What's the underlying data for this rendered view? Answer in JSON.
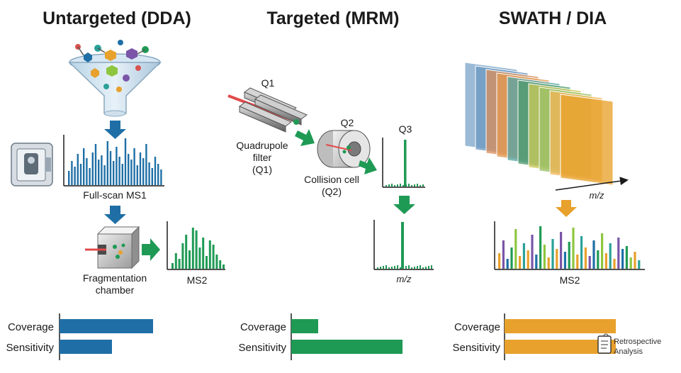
{
  "panels": [
    {
      "title": "Untargeted (DDA)",
      "ms1_label": "Full-scan MS1",
      "chamber_label_1": "Fragmentation",
      "chamber_label_2": "chamber",
      "ms2_label": "MS2",
      "coverage_label": "Coverage",
      "sensitivity_label": "Sensitivity",
      "coverage": 0.8,
      "sensitivity": 0.45,
      "color": "#1f6fa6"
    },
    {
      "title": "Targeted (MRM)",
      "q1_label": "Q1",
      "q2_label": "Q2",
      "q3_label": "Q3",
      "quad_label_1": "Quadrupole",
      "quad_label_2": "filter",
      "quad_label_3": "(Q1)",
      "cell_label_1": "Collision cell",
      "cell_label_2": "(Q2)",
      "mz_label": "m/z",
      "coverage_label": "Coverage",
      "sensitivity_label": "Sensitivity",
      "coverage": 0.23,
      "sensitivity": 0.95,
      "color": "#1f9a55"
    },
    {
      "title": "SWATH / DIA",
      "mz_label": "m/z",
      "ms2_label": "MS2",
      "coverage_label": "Coverage",
      "sensitivity_label": "Sensitivity",
      "coverage": 0.95,
      "sensitivity": 0.95,
      "color": "#e8a12c",
      "retro_label_1": "Retrospective",
      "retro_label_2": "Analysis"
    }
  ],
  "colors": {
    "blue": "#1f6fa6",
    "green": "#1f9a55",
    "orange": "#e8a12c",
    "axis": "#1a1a1a"
  }
}
